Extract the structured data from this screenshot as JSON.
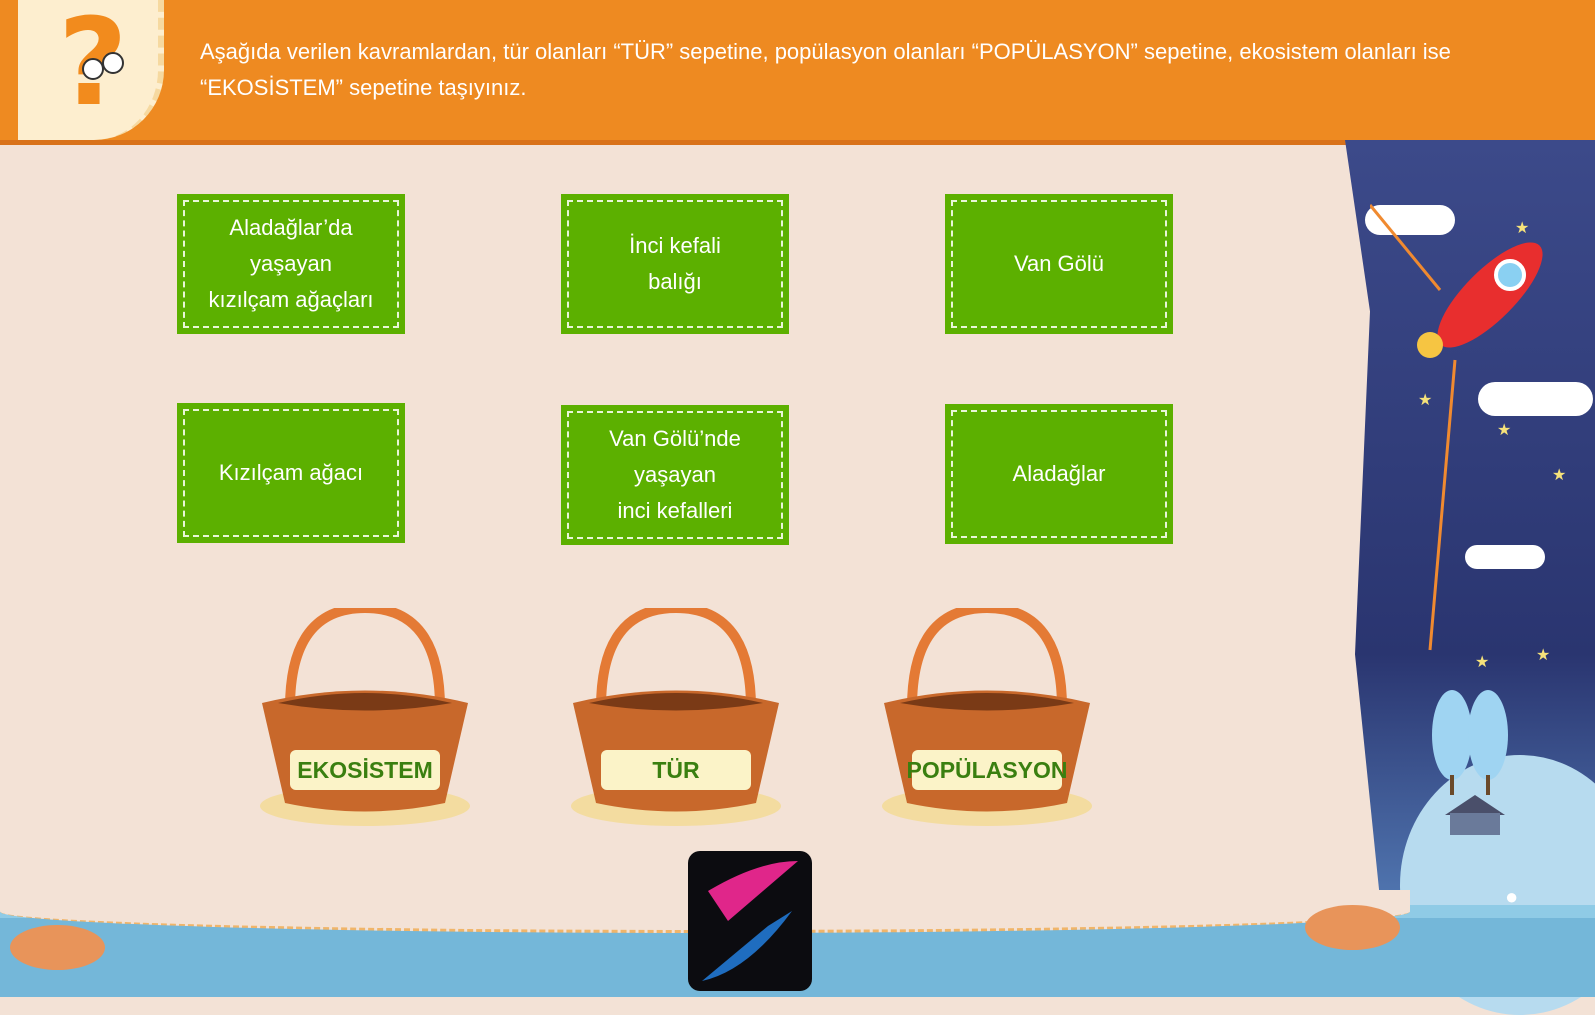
{
  "instruction": "Aşağıda verilen kavramlardan, tür olanları “TÜR” sepetine, popülasyon olanları “POPÜLASYON” sepetine, ekosistem olanları ise “EKOSİSTEM” sepetine taşıyınız.",
  "cards": [
    {
      "label": "Aladağlar’da\nyaşayan\nkızılçam ağaçları"
    },
    {
      "label": "İnci kefali\nbalığı"
    },
    {
      "label": "Van Gölü"
    },
    {
      "label": "Kızılçam ağacı"
    },
    {
      "label": "Van Gölü’nde\nyaşayan\ninci kefalleri"
    },
    {
      "label": "Aladağlar"
    }
  ],
  "baskets": [
    {
      "label": "EKOSİSTEM"
    },
    {
      "label": "TÜR"
    },
    {
      "label": "POPÜLASYON"
    }
  ],
  "colors": {
    "header": "#ee8a21",
    "card": "#5cb000",
    "paper": "#f3e2d6"
  }
}
